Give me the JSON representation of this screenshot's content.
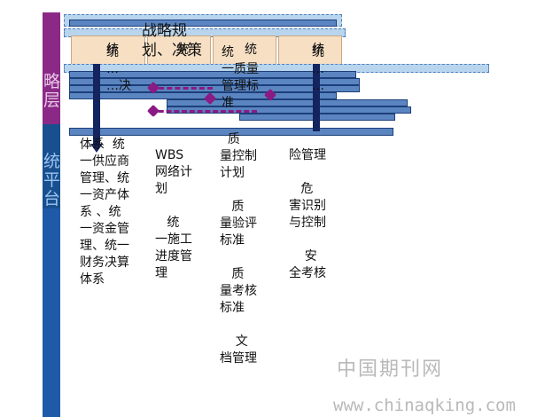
{
  "left_labels": {
    "top": "略\n层",
    "bottom": "统\n平\n台"
  },
  "header": {
    "title": "战略规\n划、决策"
  },
  "column_headers": [
    "统",
    "统",
    "统",
    "统"
  ],
  "overlay_texts": {
    "col1_top": "统\n…\n…决",
    "col2_top": "统\n一质量\n管理标\n准",
    "col4_top": "统\n…\n…"
  },
  "columns": [
    {
      "text": "体系  统\n一供应商\n管理、统\n一资产体\n系 、统\n一资金管\n理、统一\n财务决算\n体系"
    },
    {
      "text": "WBS\n网络计\n划\n\n   统\n一施工\n进度管\n理"
    },
    {
      "text": "  质\n量控制\n计划\n\n   质\n量验评\n标准\n\n   质\n量考核\n标准\n\n    文\n档管理"
    },
    {
      "text": "险管理\n\n   危\n害识别\n与控制\n\n    安\n全考核"
    }
  ],
  "watermark": {
    "cn": "中国期刊网",
    "url": "www.chinaqking.com"
  }
}
